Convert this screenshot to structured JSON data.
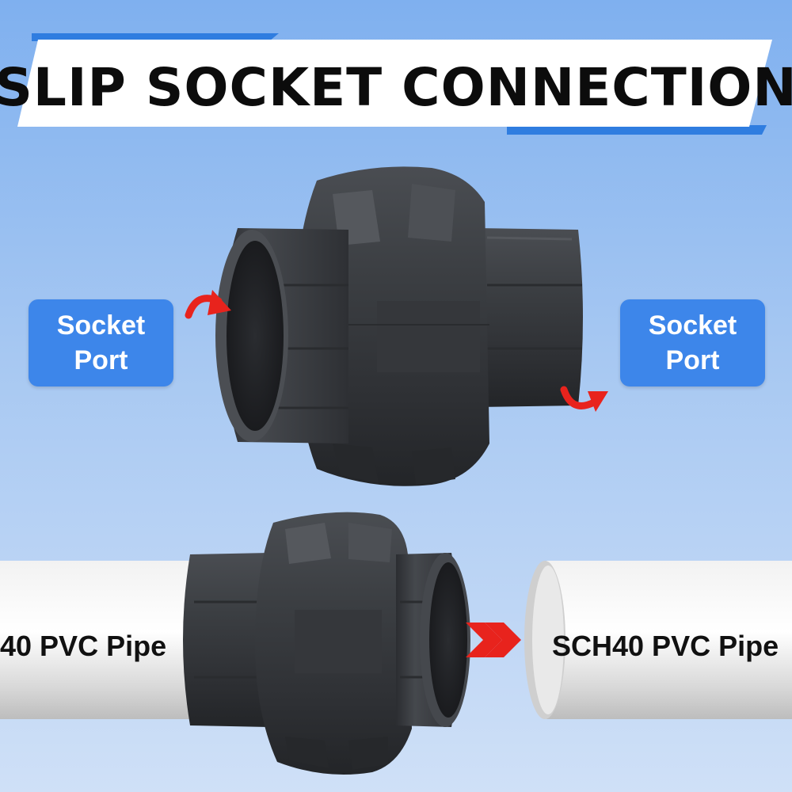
{
  "title": "SLIP SOCKET CONNECTION",
  "badges": {
    "left": {
      "line1": "Socket",
      "line2": "Port"
    },
    "right": {
      "line1": "Socket",
      "line2": "Port"
    }
  },
  "pipes": {
    "left_label": "40 PVC Pipe",
    "right_label": "SCH40 PVC Pipe"
  },
  "colors": {
    "background_top": "#7fb0ef",
    "background_bottom": "#cfe0f7",
    "badge": "#3d86ea",
    "arrow": "#e8231d",
    "fitting": "#3a3c40",
    "pipe": "#e8e8e8"
  }
}
